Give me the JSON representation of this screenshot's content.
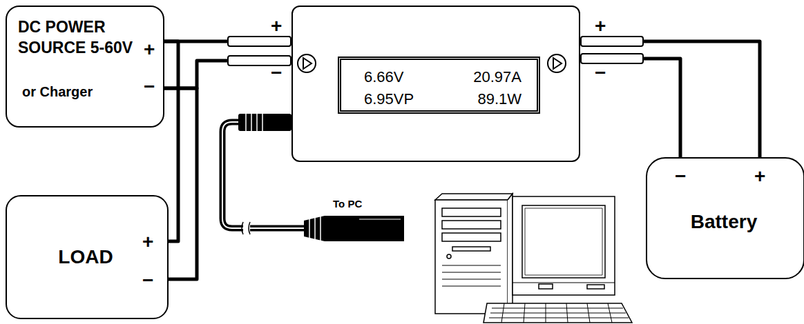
{
  "diagram": {
    "nodes": [
      {
        "text": [
          "DC POWER SOURCE 5-60V",
          "or Charger",
          "+",
          "−"
        ]
      },
      {
        "text": [
          "+",
          "+",
          "−",
          "−"
        ]
      },
      {
        "text": [
          "6.66V",
          "20.97A",
          "6.95VP",
          "89.1W"
        ],
        "in": 1
      },
      {
        "text": [
          "−",
          "+",
          "Battery"
        ]
      },
      {
        "text": [
          "+",
          "−",
          "LOAD"
        ]
      }
    ],
    "edges": [
      {
        "from": 0,
        "to": 1,
        "arrow": "none"
      },
      {
        "from": 0,
        "to": 1,
        "arrow": "none"
      },
      {
        "from": 4,
        "to": 0,
        "arrow": "none"
      },
      {
        "from": 4,
        "to": 0,
        "arrow": "none"
      },
      {
        "from": 1,
        "to": 3,
        "arrow": "none"
      },
      {
        "from": 1,
        "to": 3,
        "arrow": "none"
      }
    ],
    "labels": [
      "To PC"
    ]
  }
}
